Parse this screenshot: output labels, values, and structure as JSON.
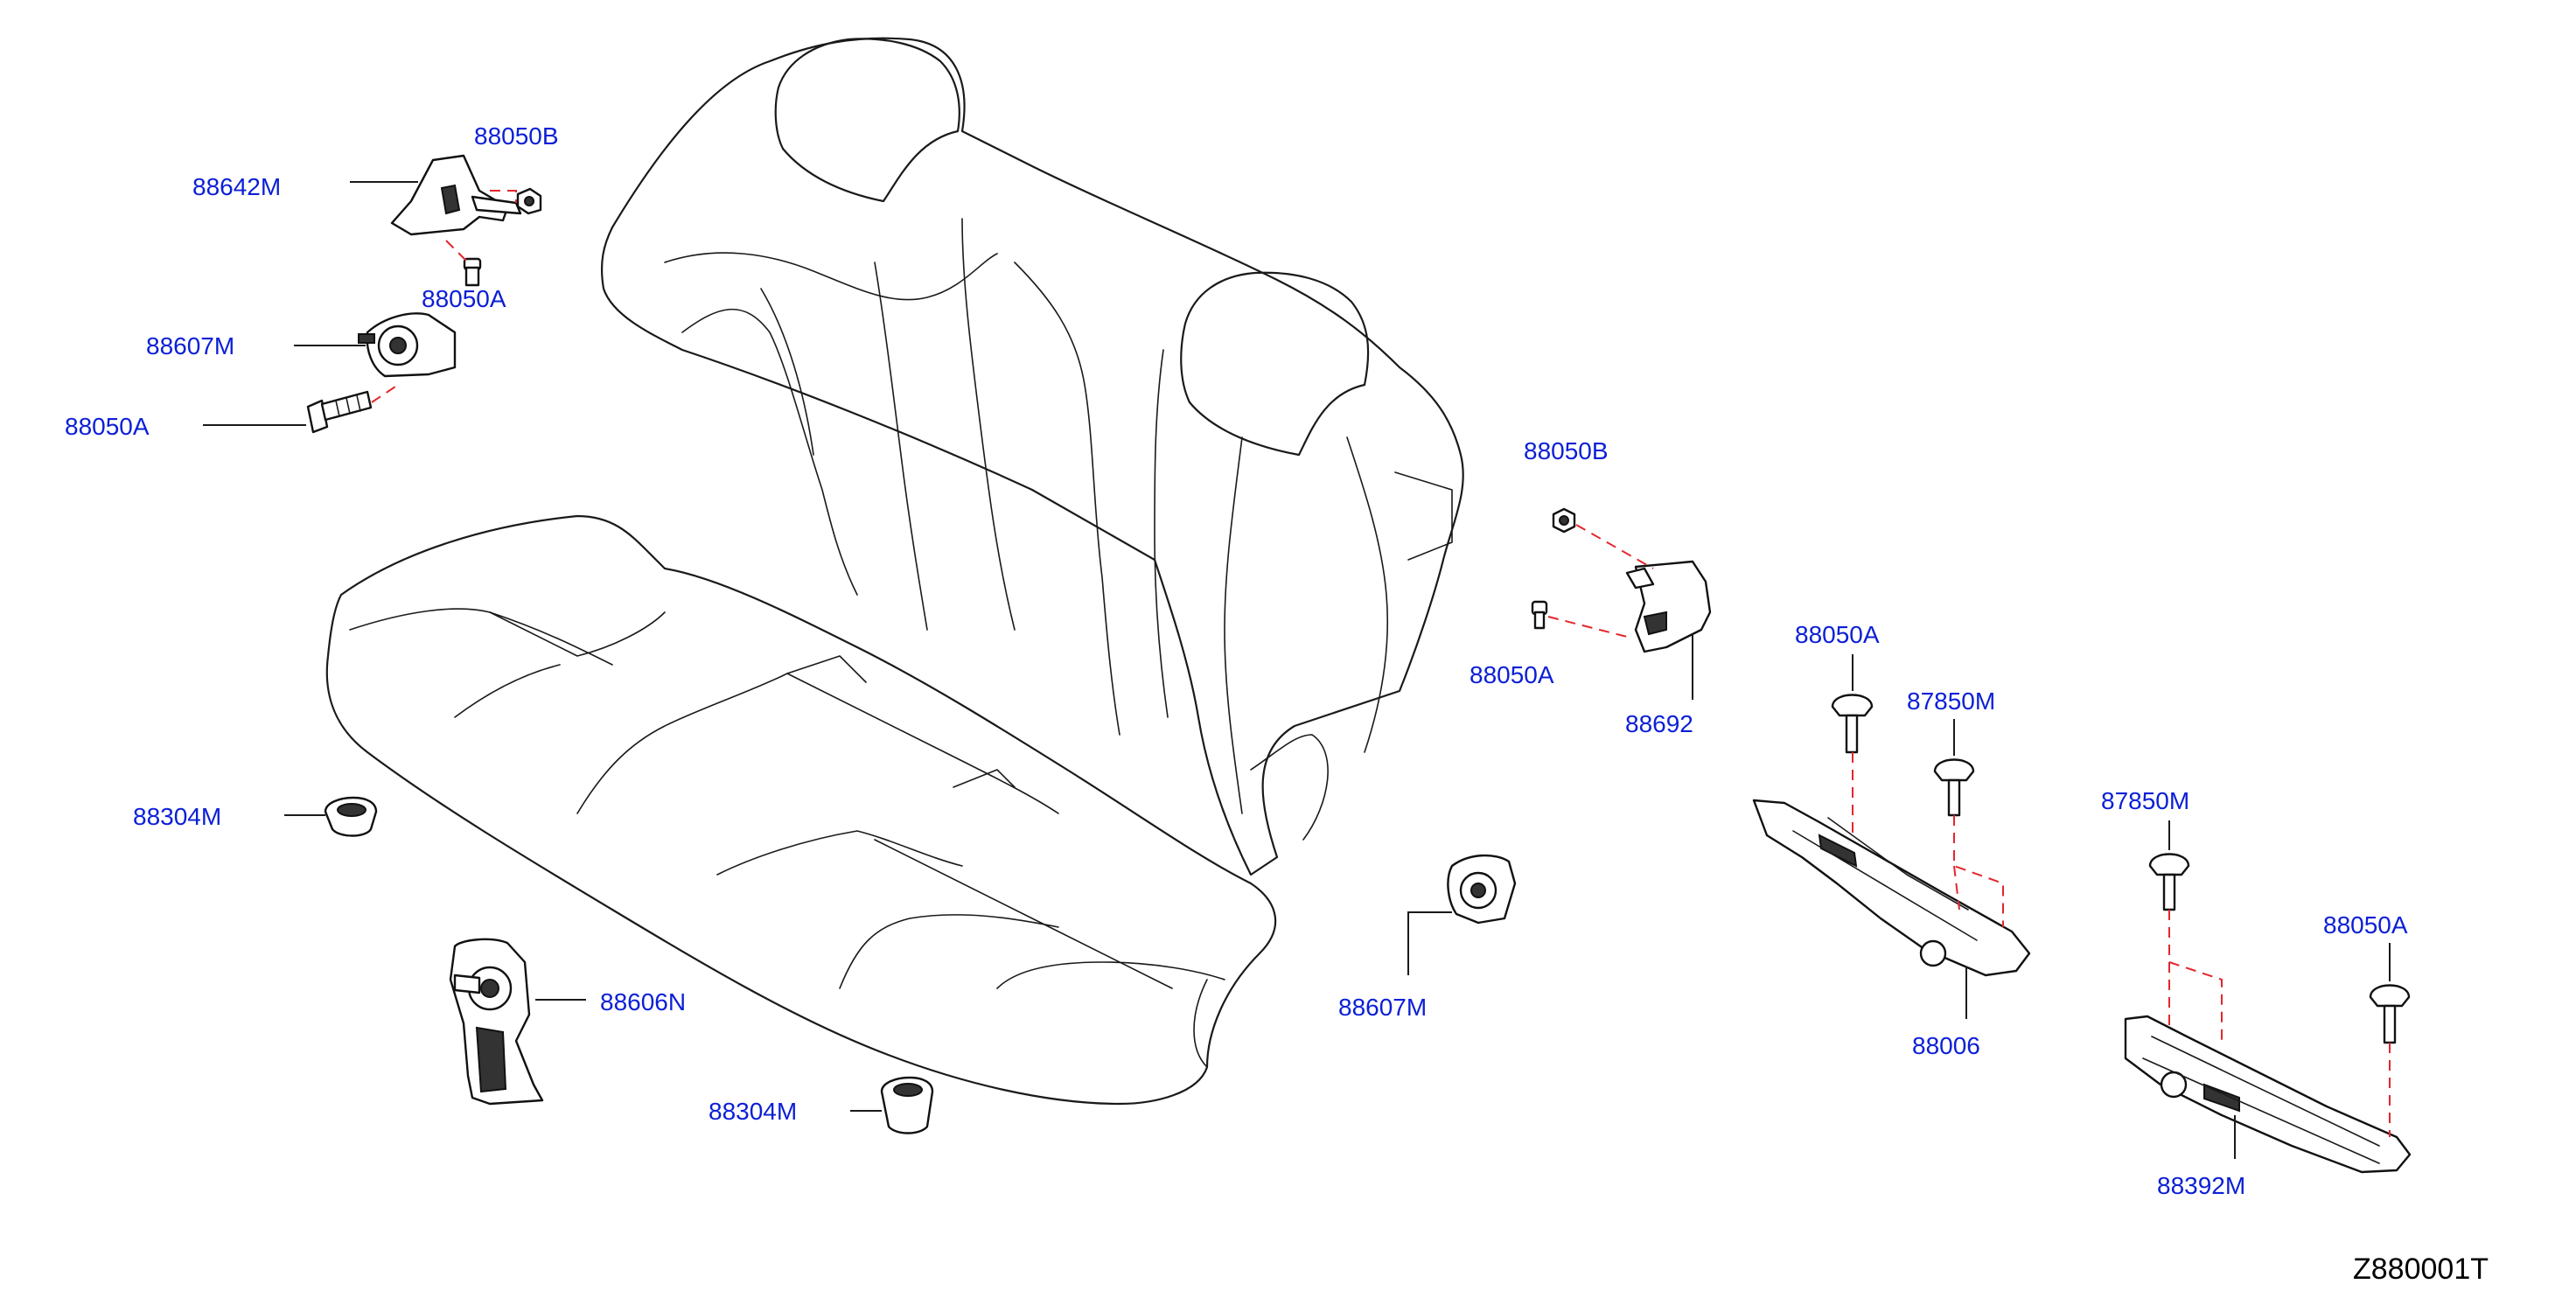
{
  "diagram": {
    "id": "Z880001T",
    "colors": {
      "callout": "#0b1fd6",
      "dashed_leader": "#e3262b",
      "line": "#1a1a1a"
    },
    "callouts": [
      {
        "id": "c1",
        "text": "88642M"
      },
      {
        "id": "c2",
        "text": "88050B"
      },
      {
        "id": "c3",
        "text": "88050A"
      },
      {
        "id": "c4",
        "text": "88607M"
      },
      {
        "id": "c5",
        "text": "88050A"
      },
      {
        "id": "c6",
        "text": "88304M"
      },
      {
        "id": "c7",
        "text": "88606N"
      },
      {
        "id": "c8",
        "text": "88304M"
      },
      {
        "id": "c9",
        "text": "88607M"
      },
      {
        "id": "c10",
        "text": "88050B"
      },
      {
        "id": "c11",
        "text": "88050A"
      },
      {
        "id": "c12",
        "text": "88692"
      },
      {
        "id": "c13",
        "text": "88050A"
      },
      {
        "id": "c14",
        "text": "87850M"
      },
      {
        "id": "c15",
        "text": "88006"
      },
      {
        "id": "c16",
        "text": "87850M"
      },
      {
        "id": "c17",
        "text": "88050A"
      },
      {
        "id": "c18",
        "text": "88392M"
      }
    ]
  }
}
